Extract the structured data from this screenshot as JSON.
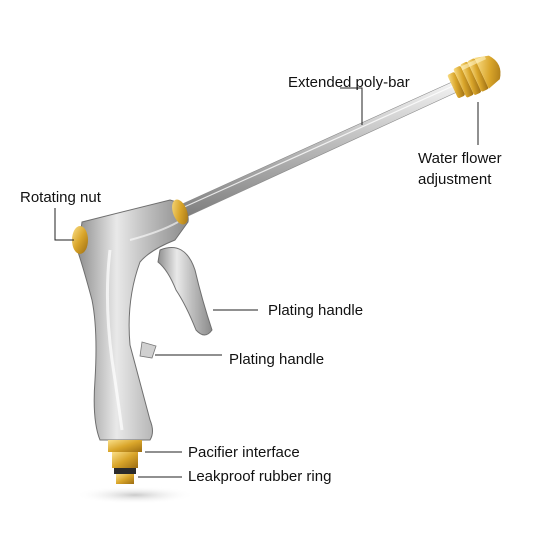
{
  "labels": {
    "extended_poly_bar": "Extended poly-bar",
    "water_flower_line1": "Water flower",
    "water_flower_line2": "adjustment",
    "rotating_nut": "Rotating nut",
    "plating_handle_trigger": "Plating handle",
    "plating_handle_lock": "Plating handle",
    "pacifier_interface": "Pacifier interface",
    "leakproof_ring": "Leakproof rubber ring"
  },
  "colors": {
    "silver": "#c9c9c9",
    "brass": "#d9a52a",
    "leader_line": "#222222"
  }
}
